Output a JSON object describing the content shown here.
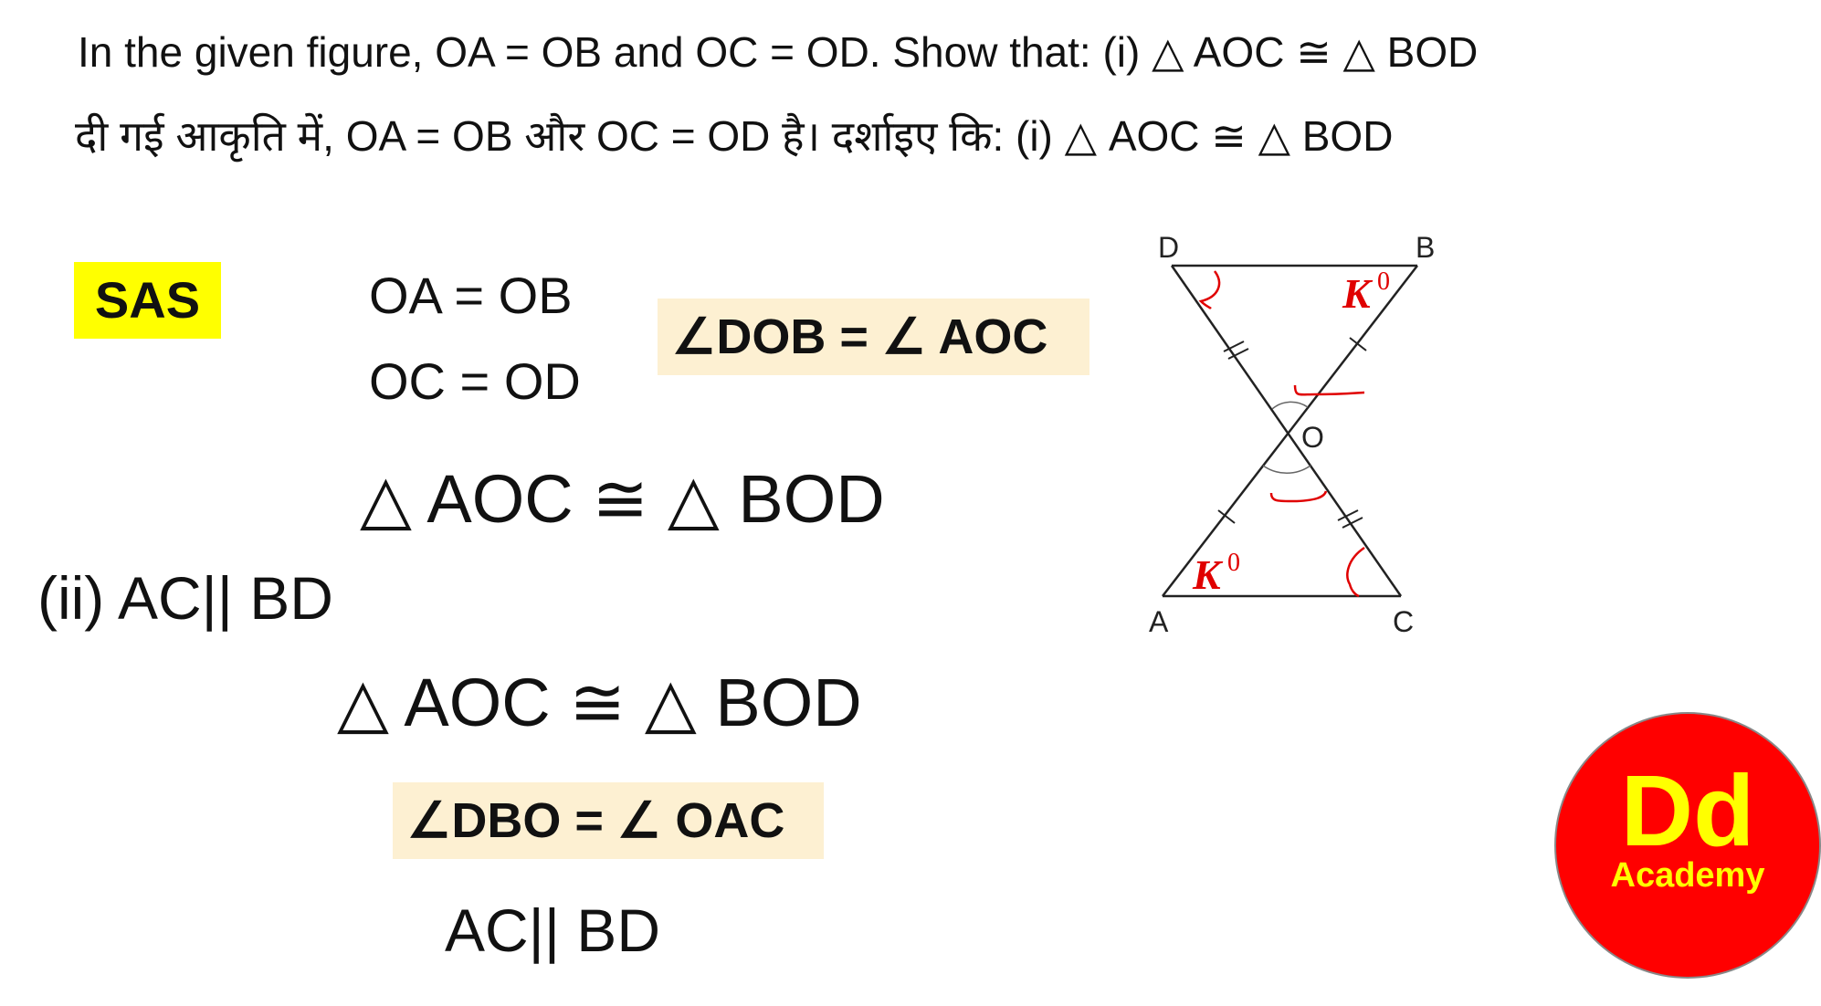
{
  "question": {
    "english": "In the given figure, OA = OB and OC = OD. Show that: (i) △ AOC ≅ △ BOD",
    "hindi": "दी गई आकृति में, OA = OB और OC = OD है। दर्शाइए कि: (i) △ AOC ≅ △ BOD"
  },
  "solution": {
    "sas_label": "SAS",
    "eq1": "OA = OB",
    "eq2": "OC = OD",
    "angle_eq1": "∠DOB = ∠ AOC",
    "congruence1": "△  AOC ≅ △ BOD",
    "part2": "(ii) AC|| BD",
    "congruence2": "△  AOC ≅ △ BOD",
    "angle_eq2": "∠DBO = ∠ OAC",
    "conclusion": "AC|| BD"
  },
  "figure": {
    "labels": {
      "D": "D",
      "B": "B",
      "A": "A",
      "C": "C",
      "O": "O"
    },
    "angle_mark_top": "K",
    "angle_mark_bottom": "K",
    "superscript": "0"
  },
  "logo": {
    "main": "Dd",
    "sub": "Academy"
  },
  "colors": {
    "highlight": "#fdf0d2",
    "sas": "#ffff00",
    "annotation": "#e00000",
    "logo_bg": "#ff0000",
    "logo_text": "#ffff00"
  }
}
